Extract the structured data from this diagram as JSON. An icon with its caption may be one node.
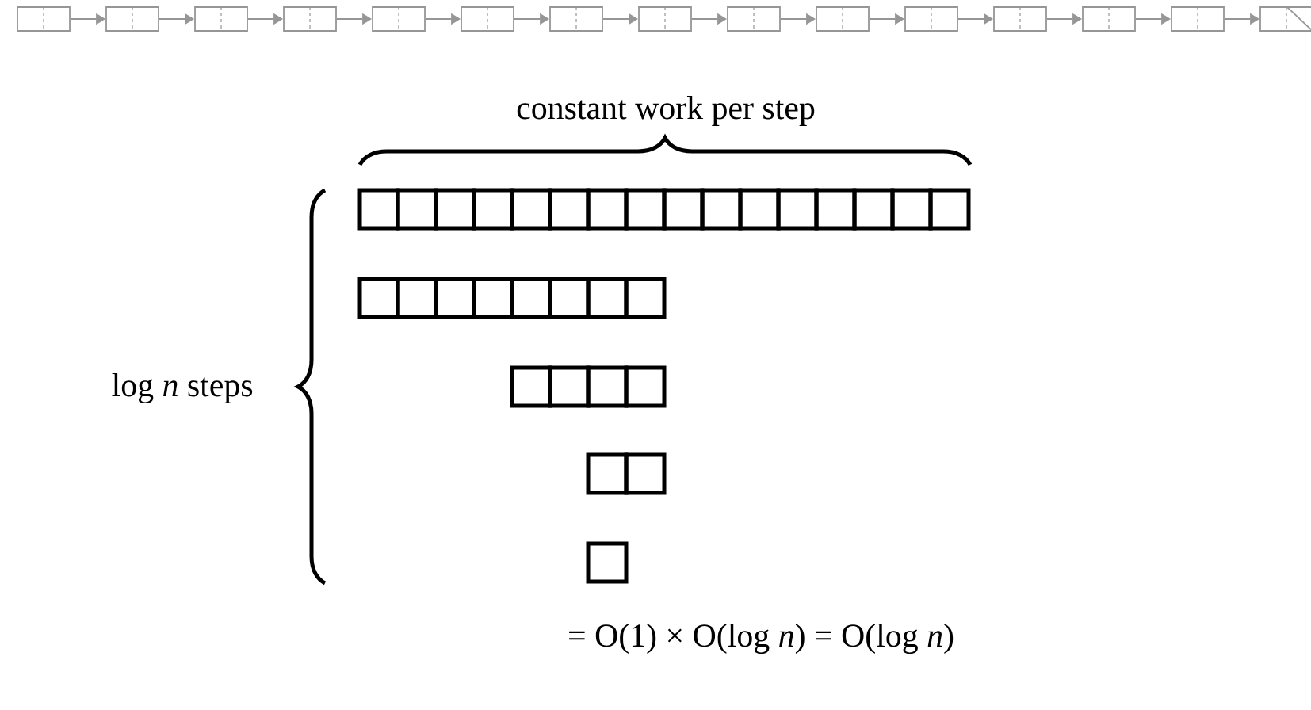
{
  "diagram": {
    "nodes": [
      {
        "text": [],
        "shape": "box"
      },
      {
        "text": [],
        "shape": "box"
      },
      {
        "text": [],
        "shape": "box"
      },
      {
        "text": [],
        "shape": "box"
      },
      {
        "text": [],
        "shape": "box"
      },
      {
        "text": [],
        "shape": "box"
      },
      {
        "text": [],
        "shape": "box"
      },
      {
        "text": [],
        "shape": "box"
      },
      {
        "text": [],
        "shape": "box"
      },
      {
        "text": [],
        "shape": "box"
      },
      {
        "text": [],
        "shape": "box"
      },
      {
        "text": [],
        "shape": "box"
      },
      {
        "text": [],
        "shape": "box"
      },
      {
        "text": [],
        "shape": "box"
      },
      {
        "text": [],
        "shape": "box"
      }
    ],
    "edges": [
      {
        "from": 0,
        "to": 1,
        "arrow": "to"
      },
      {
        "from": 1,
        "to": 2,
        "arrow": "to"
      },
      {
        "from": 2,
        "to": 3,
        "arrow": "to"
      },
      {
        "from": 3,
        "to": 4,
        "arrow": "to"
      },
      {
        "from": 4,
        "to": 5,
        "arrow": "to"
      },
      {
        "from": 5,
        "to": 6,
        "arrow": "to"
      },
      {
        "from": 6,
        "to": 7,
        "arrow": "to"
      },
      {
        "from": 7,
        "to": 8,
        "arrow": "to"
      },
      {
        "from": 8,
        "to": 9,
        "arrow": "to"
      },
      {
        "from": 9,
        "to": 10,
        "arrow": "to"
      },
      {
        "from": 10,
        "to": 11,
        "arrow": "to"
      },
      {
        "from": 11,
        "to": 12,
        "arrow": "to"
      },
      {
        "from": 12,
        "to": 13,
        "arrow": "to"
      },
      {
        "from": 13,
        "to": 14,
        "arrow": "to"
      }
    ],
    "labels": [
      "constant work per step",
      "log *n* steps",
      "= O(1) × O(log *n*) = O(log *n*)"
    ]
  }
}
